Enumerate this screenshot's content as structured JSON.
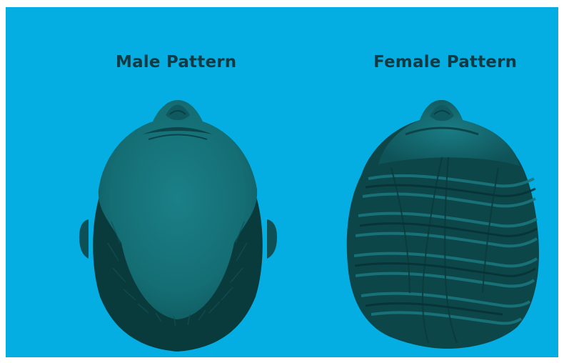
{
  "figure": {
    "background_color": "#04aee3",
    "head_color": "#146e74",
    "hair_color": "#0a3b3c",
    "text_color": "#123a42",
    "panels": [
      {
        "label": "Male Pattern",
        "pattern": "horseshoe-fringe"
      },
      {
        "label": "Female Pattern",
        "pattern": "diffuse-crown-thinning"
      }
    ]
  }
}
